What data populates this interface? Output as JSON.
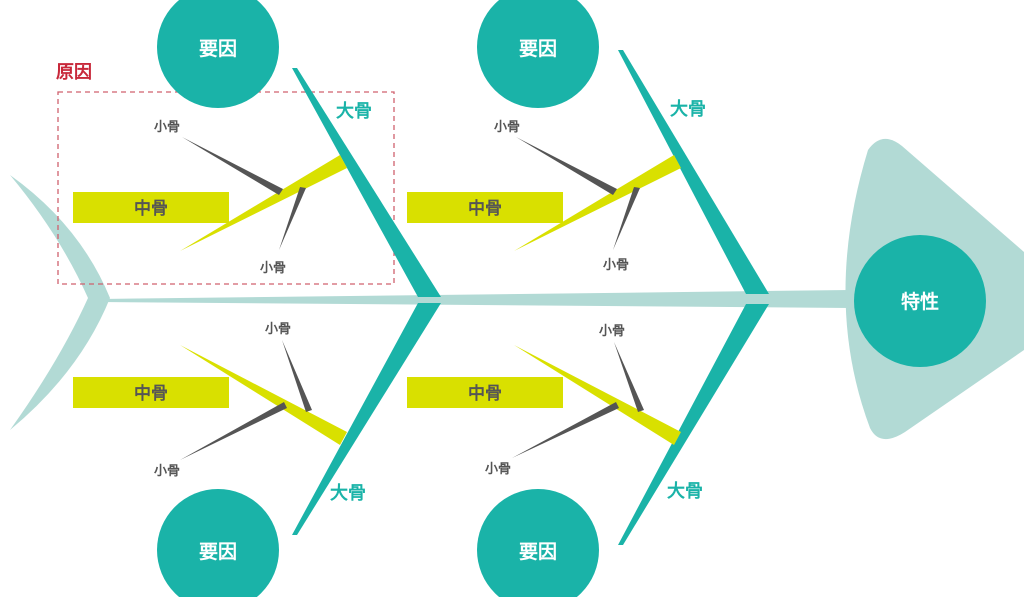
{
  "diagram": {
    "type": "fishbone",
    "effect": "特性",
    "cause_group_label": "原因",
    "factors": [
      {
        "factor": "要因",
        "major_bone": "大骨",
        "middle_bone": "中骨",
        "small_bones": [
          "小骨",
          "小骨"
        ]
      },
      {
        "factor": "要因",
        "major_bone": "大骨",
        "middle_bone": "中骨",
        "small_bones": [
          "小骨",
          "小骨"
        ]
      },
      {
        "factor": "要因",
        "major_bone": "大骨",
        "middle_bone": "中骨",
        "small_bones": [
          "小骨",
          "小骨"
        ]
      },
      {
        "factor": "要因",
        "major_bone": "大骨",
        "middle_bone": "中骨",
        "small_bones": [
          "小骨",
          "小骨"
        ]
      }
    ]
  },
  "colors": {
    "teal": "#1ab3a8",
    "light_teal": "#b2dad5",
    "yellow": "#d9e000",
    "gray": "#555555",
    "red": "#c8283a"
  }
}
